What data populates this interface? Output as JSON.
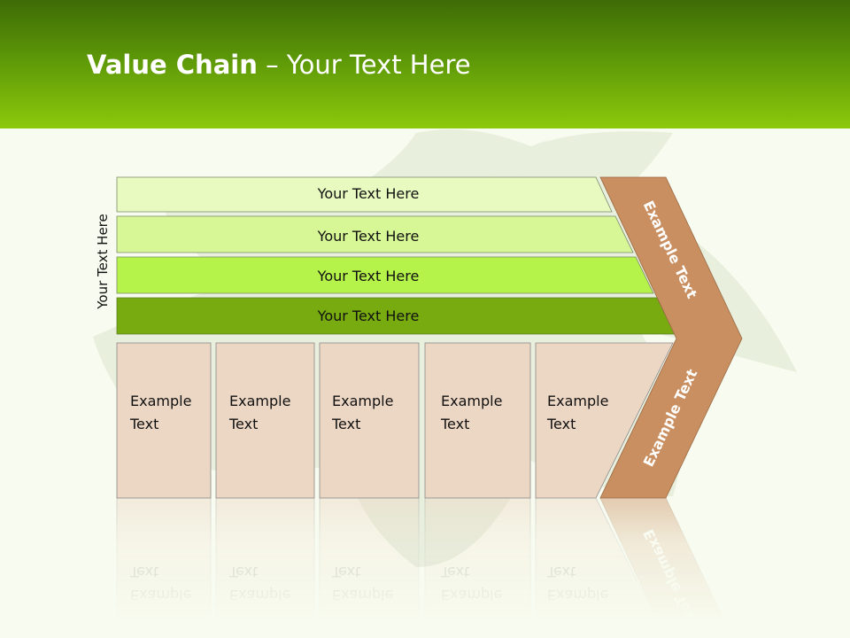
{
  "header": {
    "title_bold": "Value Chain",
    "title_rest": " – Your Text Here"
  },
  "side_label": "Your Text Here",
  "bars": [
    {
      "label": "Your Text Here",
      "fill": "#e8fac0"
    },
    {
      "label": "Your Text Here",
      "fill": "#d7f796"
    },
    {
      "label": "Your Text Here",
      "fill": "#b5f24a"
    },
    {
      "label": "Your Text Here",
      "fill": "#77ab10"
    }
  ],
  "boxes": [
    {
      "line1": "Example",
      "line2": "Text"
    },
    {
      "line1": "Example",
      "line2": "Text"
    },
    {
      "line1": "Example",
      "line2": "Text"
    },
    {
      "line1": "Example",
      "line2": "Text"
    },
    {
      "line1": "Example",
      "line2": "Text"
    }
  ],
  "chevron": {
    "upper_text": "Example Text",
    "lower_text": "Example Text"
  },
  "colors": {
    "box_fill": "#ecd6c4",
    "chevron_fill": "#c98f60",
    "header_green": "#8cc90b"
  }
}
